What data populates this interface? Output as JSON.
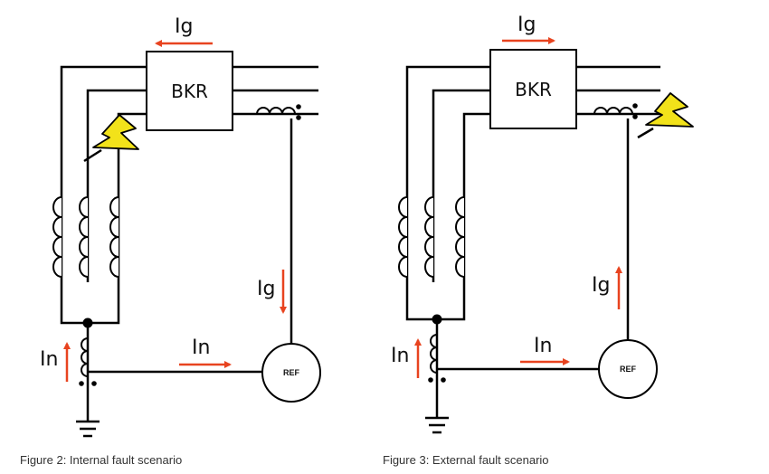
{
  "figures": [
    {
      "caption": "Figure 2: Internal fault scenario",
      "breaker_label": "BKR",
      "relay_label": "REF",
      "phase_current_label": "Ig",
      "neutral_current_label": "In",
      "ig_direction_top": "left",
      "ig_direction_ct": "down",
      "fault_location": "inside zone"
    },
    {
      "caption": "Figure 3: External fault scenario",
      "breaker_label": "BKR",
      "relay_label": "REF",
      "phase_current_label": "Ig",
      "neutral_current_label": "In",
      "ig_direction_top": "right",
      "ig_direction_ct": "up",
      "fault_location": "outside zone"
    }
  ],
  "colors": {
    "arrow": "#e8431f",
    "line": "#000000",
    "bolt": "#f2e21a"
  }
}
